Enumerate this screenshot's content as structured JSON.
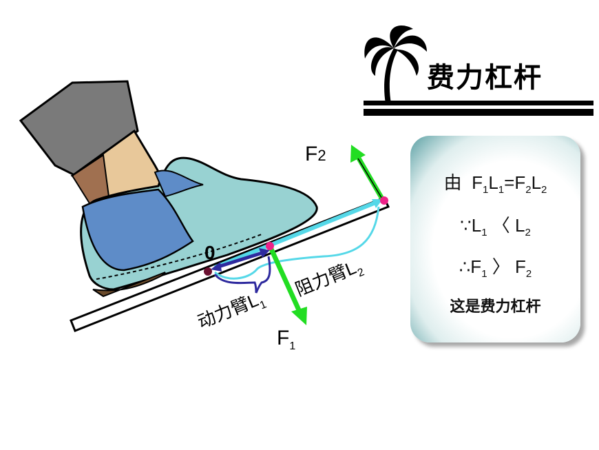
{
  "title": "费力杠杆",
  "labels": {
    "f2_main": "F",
    "f2_sub": "2",
    "f1_main": "F",
    "f1_sub": "1",
    "pivot": "0",
    "arm_power": "动力臂L",
    "arm_power_sub": "1",
    "arm_resist": "阻力臂L",
    "arm_resist_sub": "2"
  },
  "box": {
    "line1_prefix": "由",
    "line1": {
      "a": "F",
      "a_sub": "1",
      "b": "L",
      "b_sub": "1",
      "eq": "=",
      "c": "F",
      "c_sub": "2",
      "d": "L",
      "d_sub": "2"
    },
    "line2": {
      "sym": "∵",
      "a": "L",
      "a_sub": "1",
      "op": "〈",
      "b": "L",
      "b_sub": "2"
    },
    "line3": {
      "sym": "∴",
      "a": "F",
      "a_sub": "1",
      "op": "〉",
      "b": "F",
      "b_sub": "2"
    },
    "conclusion": "这是费力杠杆"
  },
  "colors": {
    "force_arrow": "#22dd22",
    "arm_power": "#2e2a9e",
    "arm_resist": "#55d8e8",
    "pivot_dot": "#ee2288",
    "shoe_body": "#98d2d2",
    "shoe_upper": "#5e8cc8",
    "trouser": "#7a7a7a"
  },
  "icons": [
    "palm-tree-icon"
  ]
}
